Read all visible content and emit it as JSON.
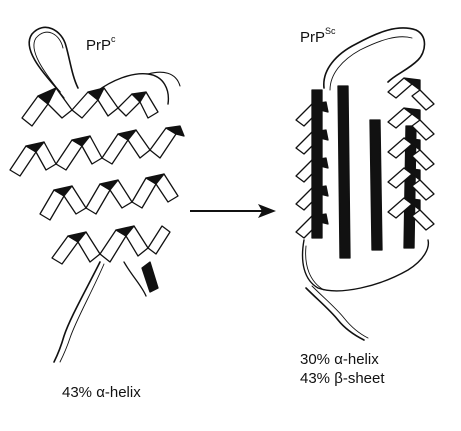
{
  "left_model": {
    "name": "PrP",
    "superscript": "c",
    "composition": [
      "43% α-helix"
    ]
  },
  "right_model": {
    "name": "PrP",
    "superscript": "Sc",
    "composition": [
      "30% α-helix",
      "43% β-sheet"
    ]
  },
  "colors": {
    "ink": "#111111",
    "ribbon_dark": "#111111",
    "ribbon_light": "#ffffff",
    "background": "#ffffff"
  }
}
